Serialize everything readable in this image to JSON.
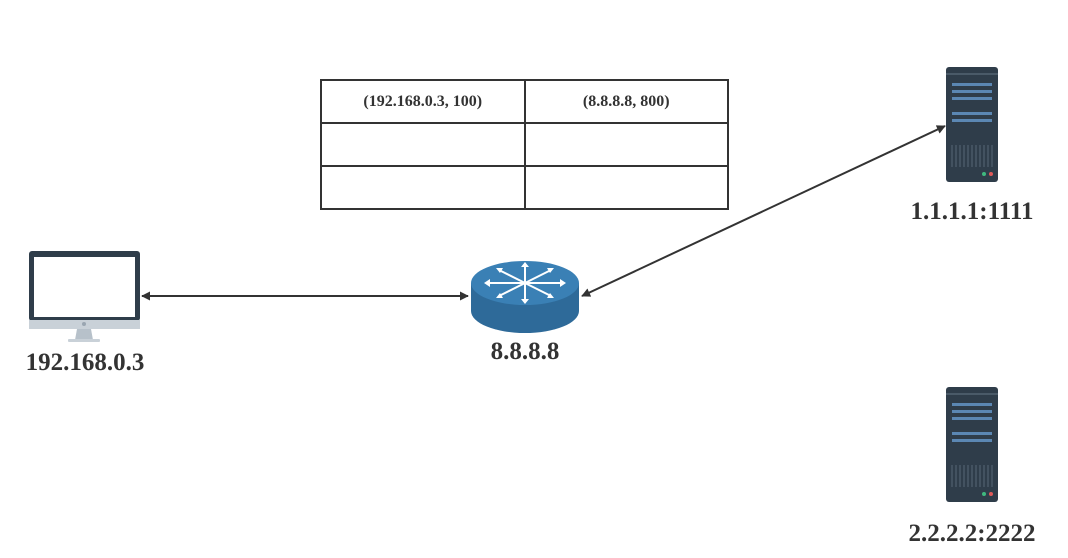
{
  "nodes": {
    "client": {
      "label": "192.168.0.3",
      "icon": "desktop-monitor-icon"
    },
    "router": {
      "label": "8.8.8.8",
      "icon": "router-icon"
    },
    "server1": {
      "label": "1.1.1.1:1111",
      "icon": "server-icon"
    },
    "server2": {
      "label": "2.2.2.2:2222",
      "icon": "server-icon"
    }
  },
  "nat_table": {
    "rows": [
      [
        "(192.168.0.3, 100)",
        "(8.8.8.8, 800)"
      ],
      [
        "",
        ""
      ],
      [
        "",
        ""
      ]
    ]
  },
  "connections": [
    {
      "from": "192.168.0.3",
      "to": "8.8.8.8",
      "type": "bidirectional"
    },
    {
      "from": "8.8.8.8",
      "to": "1.1.1.1:1111",
      "type": "bidirectional"
    }
  ],
  "colors": {
    "line": "#333333",
    "router": "#2e6a99",
    "router_top": "#3a80b5",
    "server": "#2f3d4a",
    "server_accent": "#5b87b3",
    "monitor_frame": "#2f3d4a",
    "monitor_stand": "#c9d1d8"
  }
}
